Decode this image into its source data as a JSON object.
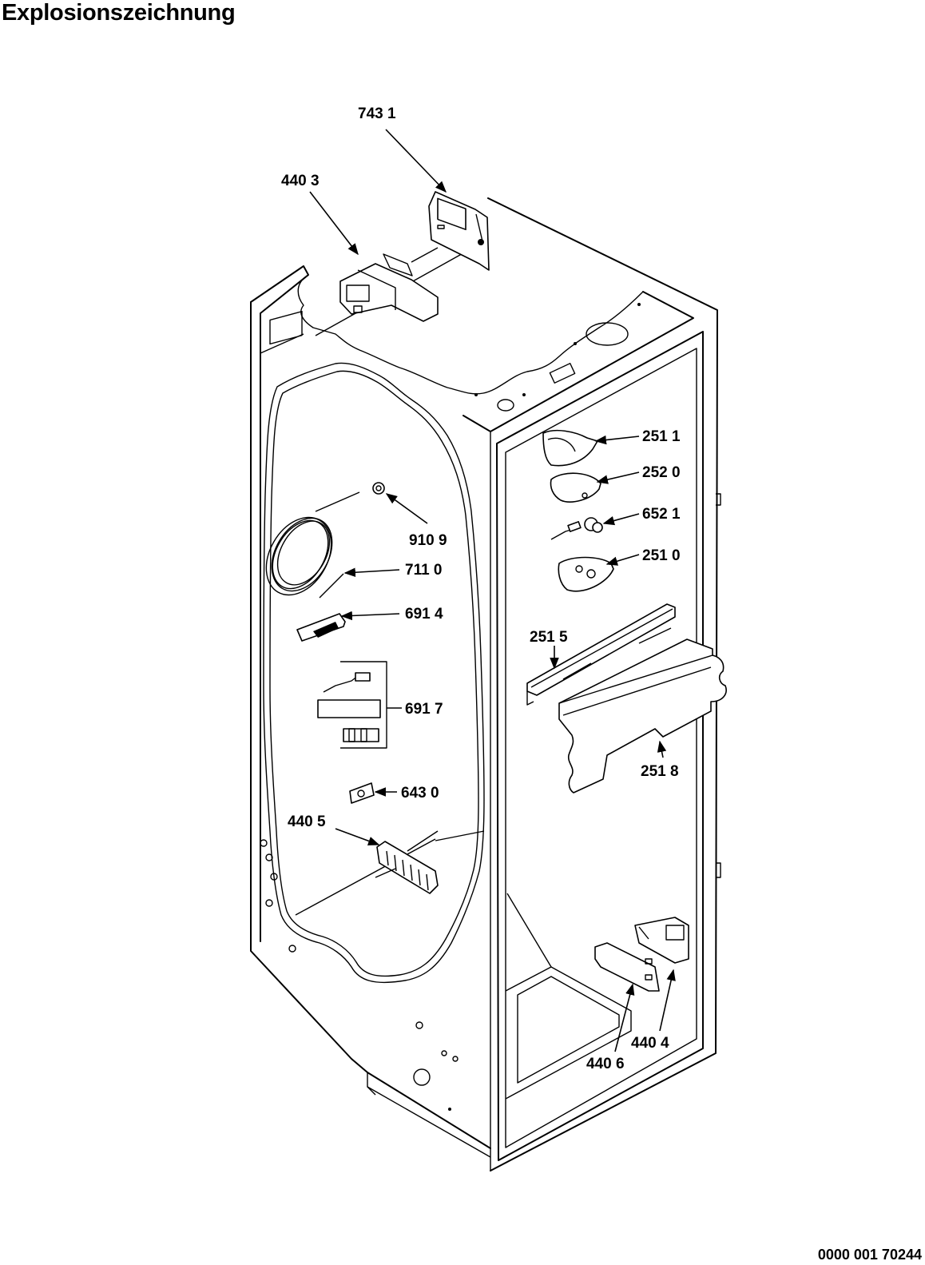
{
  "title": "Explosionszeichnung",
  "drawing_number": "0000 001 70244",
  "callouts": [
    {
      "id": "743-1",
      "label": "743 1"
    },
    {
      "id": "440-3",
      "label": "440 3"
    },
    {
      "id": "251-1",
      "label": "251 1"
    },
    {
      "id": "252-0",
      "label": "252 0"
    },
    {
      "id": "652-1",
      "label": "652 1"
    },
    {
      "id": "251-0",
      "label": "251 0"
    },
    {
      "id": "910-9",
      "label": "910 9"
    },
    {
      "id": "711-0",
      "label": "711 0"
    },
    {
      "id": "691-4",
      "label": "691 4"
    },
    {
      "id": "251-5",
      "label": "251 5"
    },
    {
      "id": "691-7",
      "label": "691 7"
    },
    {
      "id": "251-8",
      "label": "251 8"
    },
    {
      "id": "643-0",
      "label": "643 0"
    },
    {
      "id": "440-5",
      "label": "440 5"
    },
    {
      "id": "440-4",
      "label": "440 4"
    },
    {
      "id": "440-6",
      "label": "440 6"
    }
  ]
}
